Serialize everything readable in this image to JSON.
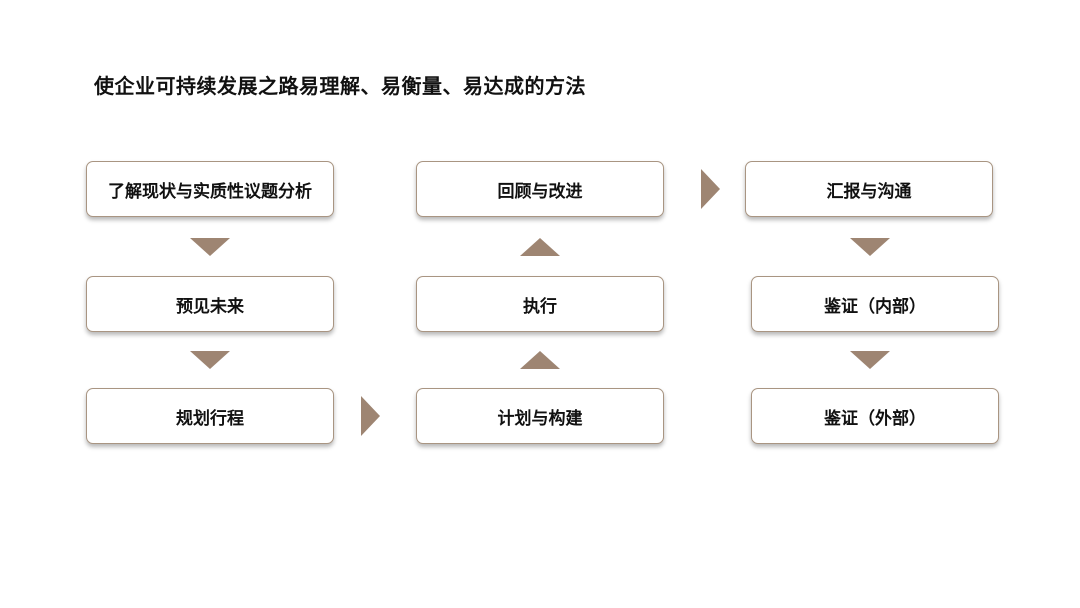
{
  "title": "使企业可持续发展之路易理解、易衡量、易达成的方法",
  "colors": {
    "arrow": "#9e8572",
    "box_border": "#a99582"
  },
  "columns": [
    {
      "steps": [
        {
          "label": "了解现状与实质性议题分析"
        },
        {
          "label": "预见未来"
        },
        {
          "label": "规划行程"
        }
      ],
      "direction": "down"
    },
    {
      "steps": [
        {
          "label": "回顾与改进"
        },
        {
          "label": "执行"
        },
        {
          "label": "计划与构建"
        }
      ],
      "direction": "up"
    },
    {
      "steps": [
        {
          "label": "汇报与沟通"
        },
        {
          "label": "鉴证（内部）"
        },
        {
          "label": "鉴证（外部）"
        }
      ],
      "direction": "down"
    }
  ]
}
